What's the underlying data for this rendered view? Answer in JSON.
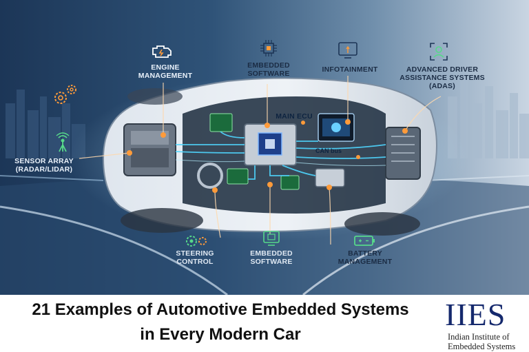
{
  "labels": {
    "engine": "ENGINE\nMANAGEMENT",
    "embedded_top": "EMBEDDED\nSOFTWARE",
    "infotainment": "INFOTAINMENT",
    "adas": "ADVANCED DRIVER\nASSISTANCE SYSTEMS\n(ADAS)",
    "sensor": "SENSOR ARRAY\n(RADAR/LIDAR)",
    "main_ecu": "MAIN ECU",
    "can_bus": "CAN bus",
    "steering": "STEERING\nCONTROL",
    "embedded_bottom": "EMBEDDED\nSOFTWARE",
    "battery": "BATTERY\nMANAGEMENT"
  },
  "footer": {
    "title_line1": "21 Examples of Automotive Embedded Systems",
    "title_line2": "in Every Modern Car",
    "logo": "IIES",
    "logo_sub1": "Indian Institute of",
    "logo_sub2": "Embedded Systems"
  },
  "colors": {
    "accent_orange": "#ff9b3a",
    "accent_cyan": "#4fd6ff",
    "accent_green": "#57d98a",
    "logo_blue": "#15296d"
  },
  "icons": [
    "engine-icon",
    "chip-icon",
    "touch-screen-icon",
    "face-scan-icon",
    "gears-icon",
    "radar-icon",
    "steering-gears-icon",
    "chip-screen-icon",
    "battery-icon"
  ]
}
